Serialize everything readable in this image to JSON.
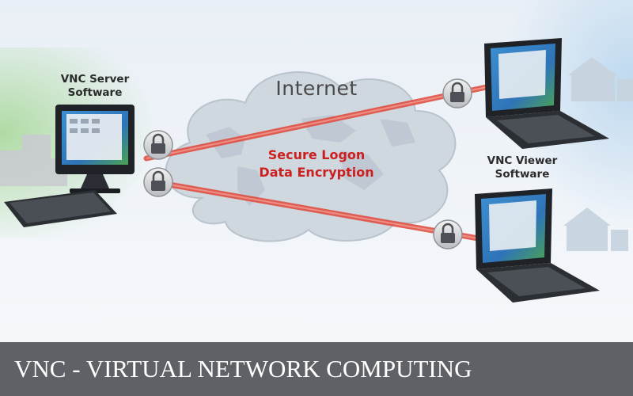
{
  "diagram": {
    "server_label_line1": "VNC Server",
    "server_label_line2": "Software",
    "internet_label": "Internet",
    "secure_label_line1": "Secure Logon",
    "secure_label_line2": "Data Encryption",
    "viewer_label_line1": "VNC Viewer",
    "viewer_label_line2": "Software",
    "link_color": "#e0483a",
    "cloud_color": "#cdd6de",
    "lock_icon": "padlock-icon"
  },
  "footer": {
    "title": "VNC - VIRTUAL NETWORK COMPUTING"
  }
}
